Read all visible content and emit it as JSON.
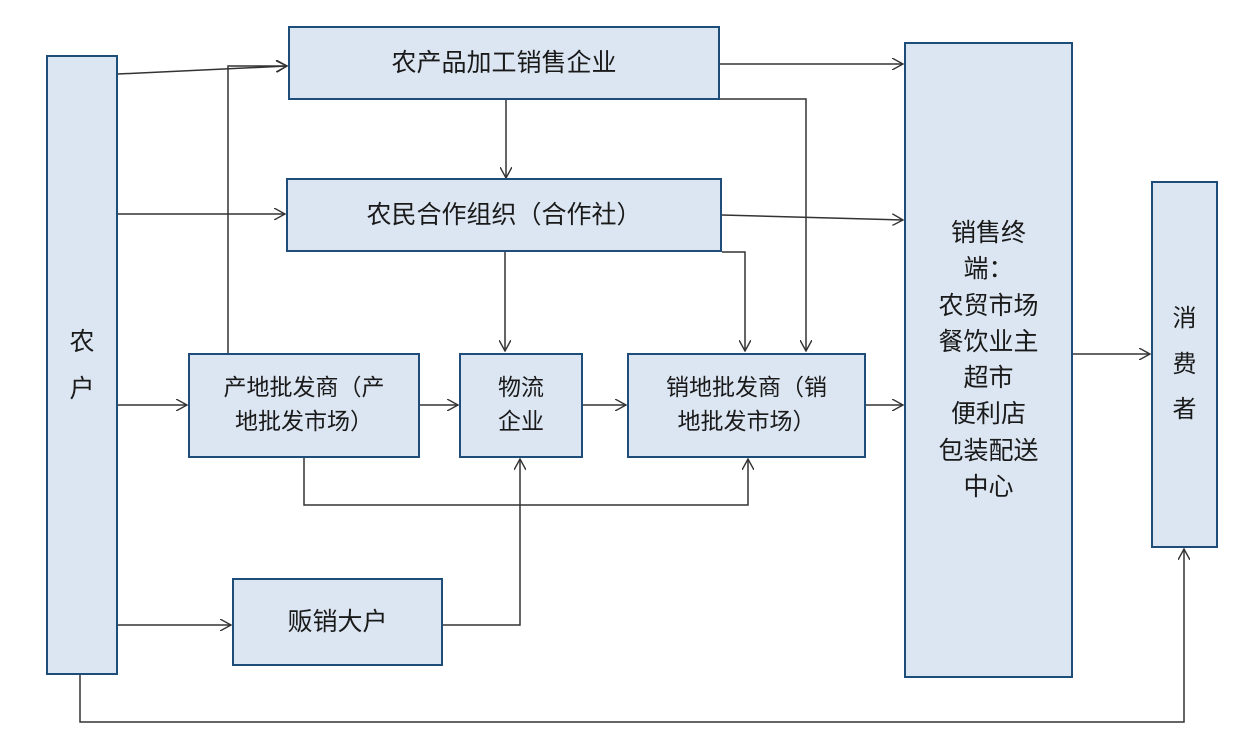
{
  "nodes": {
    "farmer": "农\n户",
    "processing_enterprise": "农产品加工销售企业",
    "cooperative": "农民合作组织（合作社）",
    "origin_wholesaler": "产地批发商（产\n地批发市场）",
    "logistics": "物流\n企业",
    "sales_wholesaler": "销地批发商（销\n地批发市场）",
    "large_dealer": "贩销大户",
    "terminal": "销售终\n端：\n农贸市场\n餐饮业主\n超市\n便利店\n包装配送\n中心",
    "consumer": "消\n费\n者"
  },
  "colors": {
    "box_fill": "#dce6f2",
    "box_border": "#1f4d7a",
    "line": "#333333"
  }
}
